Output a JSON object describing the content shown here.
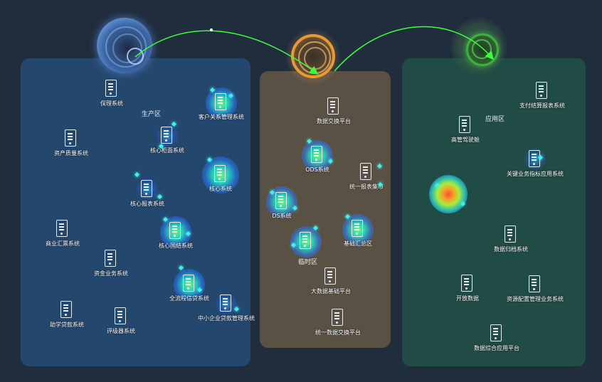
{
  "zones": {
    "production": "生产区",
    "temporary": "临时区",
    "application": "应用区"
  },
  "colors": {
    "production_panel": "#24476d",
    "exchange_panel": "#5a5145",
    "application_panel": "#214b45",
    "flow_arrow": "#3cff3c"
  },
  "production_nodes": [
    {
      "label": "保理系统"
    },
    {
      "label": "客户关系管理系统"
    },
    {
      "label": "资产质量系统"
    },
    {
      "label": "核心柜面系统"
    },
    {
      "label": "核心系统"
    },
    {
      "label": "核心报表系统"
    },
    {
      "label": "商业汇票系统"
    },
    {
      "label": "核心国结系统"
    },
    {
      "label": "资金业务系统"
    },
    {
      "label": "全流程信贷系统"
    },
    {
      "label": "助学贷款系统"
    },
    {
      "label": "评级器系统"
    },
    {
      "label": "中小企业贷款管理系统"
    }
  ],
  "exchange_nodes": [
    {
      "label": "数据交换平台"
    },
    {
      "label": "ODS系统"
    },
    {
      "label": "统一报表集市"
    },
    {
      "label": "DS系统"
    },
    {
      "label": "基础汇总区"
    },
    {
      "label": "大数据基础平台"
    },
    {
      "label": "统一数据交换平台"
    }
  ],
  "application_nodes": [
    {
      "label": "支付结算报表系统"
    },
    {
      "label": "高管驾驶舱"
    },
    {
      "label": "关键业务指标应用系统"
    },
    {
      "label": "数据归档系统"
    },
    {
      "label": "开放数据"
    },
    {
      "label": "资源配置管理业务系统"
    },
    {
      "label": "数据综合应用平台"
    }
  ]
}
